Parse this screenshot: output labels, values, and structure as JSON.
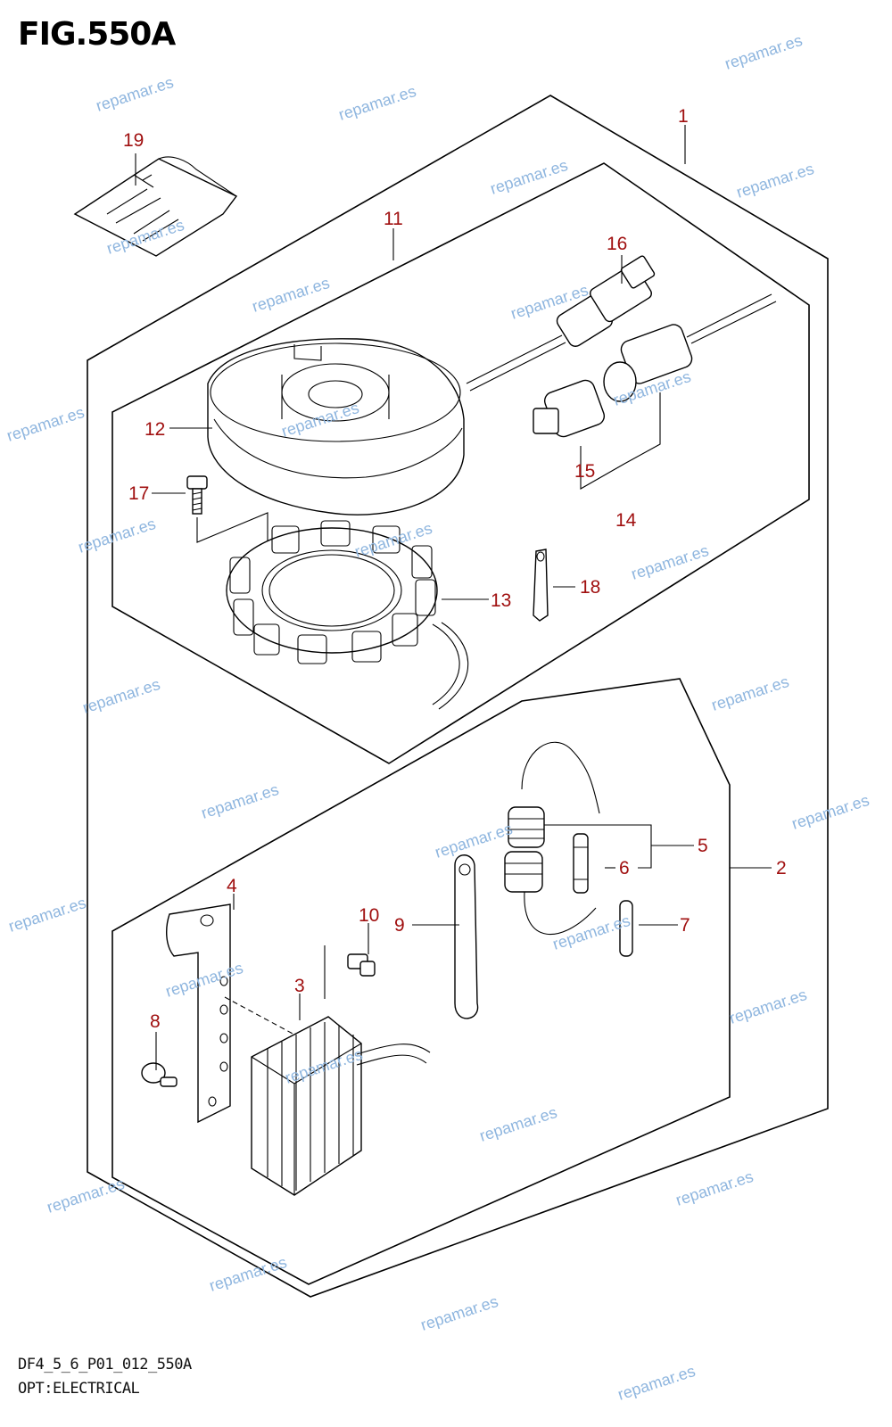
{
  "figure": {
    "title": "FIG.550A",
    "code": "DF4_5_6_P01_012_550A",
    "description": "OPT:ELECTRICAL"
  },
  "callouts": [
    {
      "id": "1",
      "label": "1"
    },
    {
      "id": "2",
      "label": "2"
    },
    {
      "id": "3",
      "label": "3"
    },
    {
      "id": "4",
      "label": "4"
    },
    {
      "id": "5",
      "label": "5"
    },
    {
      "id": "6",
      "label": "6"
    },
    {
      "id": "7",
      "label": "7"
    },
    {
      "id": "8",
      "label": "8"
    },
    {
      "id": "9",
      "label": "9"
    },
    {
      "id": "10",
      "label": "10"
    },
    {
      "id": "11",
      "label": "11"
    },
    {
      "id": "12",
      "label": "12"
    },
    {
      "id": "13",
      "label": "13"
    },
    {
      "id": "14",
      "label": "14"
    },
    {
      "id": "15",
      "label": "15"
    },
    {
      "id": "16",
      "label": "16"
    },
    {
      "id": "17",
      "label": "17"
    },
    {
      "id": "18",
      "label": "18"
    },
    {
      "id": "19",
      "label": "19"
    }
  ],
  "watermark": {
    "text": "repamar.es"
  },
  "colors": {
    "callout": "#a01010",
    "watermark": "#8fb6df",
    "line": "#000000"
  }
}
